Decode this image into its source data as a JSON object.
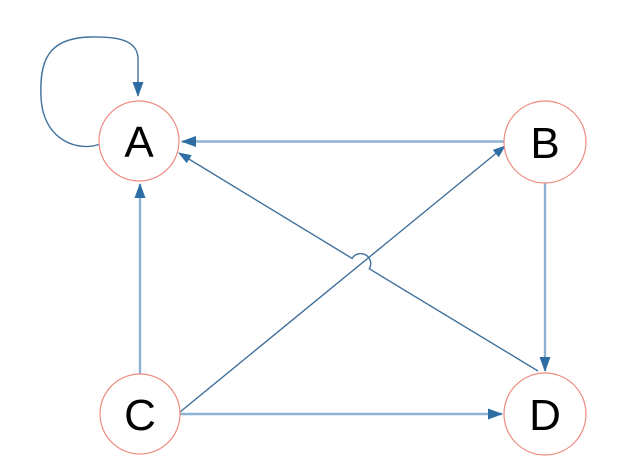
{
  "diagram": {
    "type": "directed-graph",
    "background": "#ffffff",
    "nodes": [
      {
        "id": "A",
        "label": "A"
      },
      {
        "id": "B",
        "label": "B"
      },
      {
        "id": "C",
        "label": "C"
      },
      {
        "id": "D",
        "label": "D"
      }
    ],
    "edges": [
      {
        "from": "A",
        "to": "A",
        "style": "self-loop",
        "arrow_at": "A"
      },
      {
        "from": "B",
        "to": "A",
        "style": "straight-horizontal",
        "arrow_at": "A"
      },
      {
        "from": "D",
        "to": "A",
        "style": "diagonal-with-line-jump",
        "arrow_at": "A"
      },
      {
        "from": "C",
        "to": "A",
        "style": "straight-vertical",
        "arrow_at": "A"
      },
      {
        "from": "C",
        "to": "B",
        "style": "diagonal",
        "arrow_at": "B"
      },
      {
        "from": "B",
        "to": "D",
        "style": "straight-vertical",
        "arrow_at": "D"
      },
      {
        "from": "C",
        "to": "D",
        "style": "straight-horizontal",
        "arrow_at": "D"
      }
    ],
    "colors": {
      "node_stroke": "#ee8b81",
      "node_fill": "#ffffff",
      "edge_thick": "#8db1d3",
      "edge_thin": "#41719c",
      "arrowhead": "#2e6da4",
      "label": "#000000"
    }
  }
}
